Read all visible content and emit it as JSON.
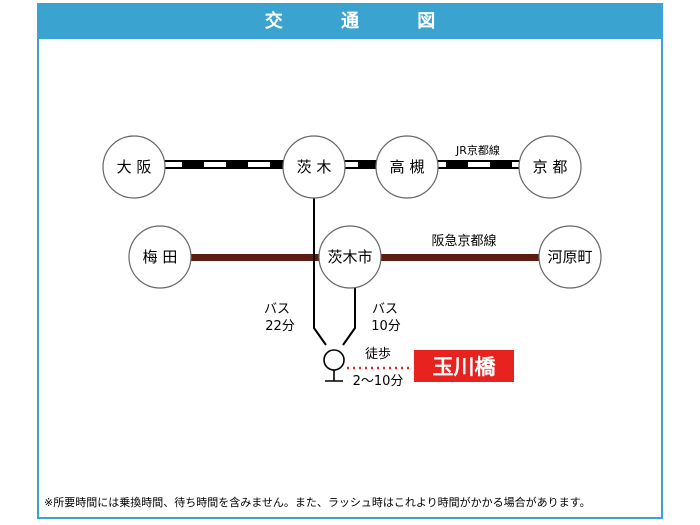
{
  "title": "交 通 図",
  "stations": {
    "osaka": "大 阪",
    "ibaraki": "茨 木",
    "takatsuki": "高 槻",
    "kyoto": "京 都",
    "umeda": "梅 田",
    "ibarakishi": "茨木市",
    "kawaramachi": "河原町"
  },
  "lines": {
    "jr": "JR京都線",
    "hankyu": "阪急京都線"
  },
  "bus_left": {
    "mode": "バス",
    "time": "22分"
  },
  "bus_right": {
    "mode": "バス",
    "time": "10分"
  },
  "walk": {
    "mode": "徒歩",
    "time": "2〜10分"
  },
  "destination": "玉川橋",
  "note": "※所要時間には乗換時間、待ち時間を含みません。また、ラッシュ時はこれより時間がかかる場合があります。",
  "colors": {
    "frame": "#3aa3cf",
    "hankyu": "#5a1f12",
    "destination": "#e8231f",
    "walk_dots": "#e8231f"
  }
}
